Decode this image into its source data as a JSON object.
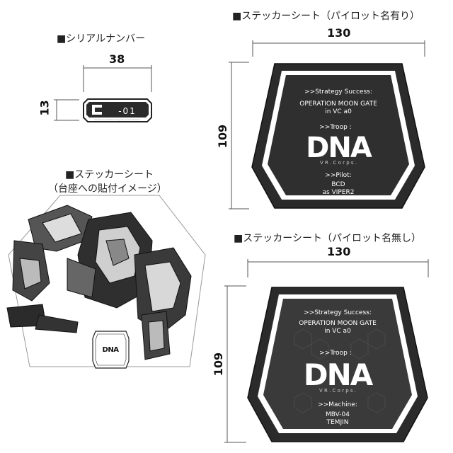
{
  "serial": {
    "heading": "■シリアルナンバー",
    "width": "38",
    "height": "13",
    "plate_text": "-01",
    "plate_subtext": "Virtual-On Oratorio Tangram Serial Number"
  },
  "sticker_image": {
    "heading": "■ステッカーシート",
    "subheading": "（台座への貼付イメージ）"
  },
  "sticker_pilot": {
    "heading": "■ステッカーシート（パイロット名有り）",
    "width": "130",
    "height": "109",
    "line1": ">>Strategy Success:",
    "line2": "OPERATION MOON GATE",
    "line3": "in VC a0",
    "line4": ">>Troop :",
    "logo": "DNA",
    "logo_sub": "V R . C o r p s .",
    "line5": ">>Pilot:",
    "line6": "BCD",
    "line7": "as VIPER2"
  },
  "sticker_nopilot": {
    "heading": "■ステッカーシート（パイロット名無し）",
    "width": "130",
    "height": "109",
    "line1": ">>Strategy Success:",
    "line2": "OPERATION MOON GATE",
    "line3": "in VC a0",
    "line4": ">>Troop :",
    "logo": "DNA",
    "logo_sub": "V R . C o r p s .",
    "line5": ">>Machine:",
    "line6": "MBV-04",
    "line7": "TEMJIN"
  },
  "colors": {
    "sticker_dark": "#2b2b2b",
    "sticker_inner": "#3a3a3a",
    "line": "#555555"
  }
}
